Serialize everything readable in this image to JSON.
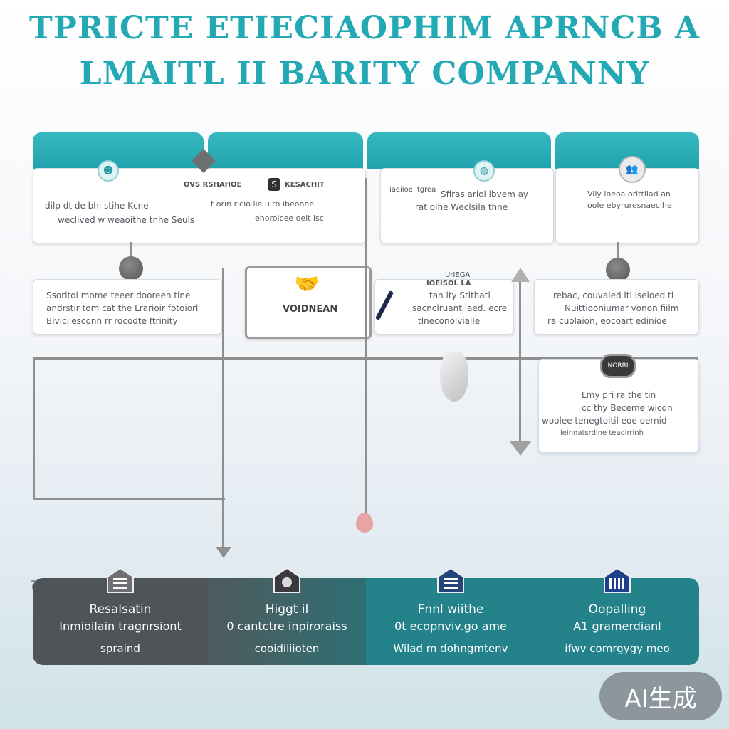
{
  "title": {
    "line1": "TPRICTE ETIECIAOPHIM APRNCB A",
    "line2": "LMAITL II BARITY COMPANNY"
  },
  "top_cards": [
    {
      "line1": "dilp dt de bhi stihe Kcne",
      "line2": "weclived w weaoithe tnhe Seuls"
    },
    {
      "badge1": "OVS RSHAHOE",
      "badge2": "KESACHIT",
      "line1": "t orin ricio lie ulrb ibeonne",
      "line2": "ehorolcee oelt lsc"
    },
    {
      "label": "iaeiioe itgrea",
      "line1": "Sfiras ariol ibvem ay",
      "line2": "rat olhe Weclsila thne"
    },
    {
      "line1": "Vily ioeoa orittiiad an",
      "line2": "oole ebyruresnaeclhe"
    }
  ],
  "middle_cards": [
    {
      "line1": "Ssoritol mome teeer dooreen tine",
      "line2": "andrstir tom cat the Lrarioir fotoiorl",
      "line3": "Bivicilesconn rr rocodte ftrinity"
    },
    {
      "label": "VOIDNEAN"
    },
    {
      "line0": "UrIEGA",
      "line1": "IOEISOL LA",
      "line2": "tan lty Stithatl",
      "line3": "sacnclruant laed. ecre",
      "line4": "tlneconolvialle"
    },
    {
      "line1": "rebac, couvaled ltl iseloed ti",
      "line2": "Nuittiooniumar vonon fiilm",
      "line3": "ra cuolaion, eocoart edinioe"
    }
  ],
  "right_card": {
    "badge": "NORRI",
    "line1": "Lmy pri ra the tin",
    "line2": "cc thy Beceme wicdn",
    "line3": "woolee tenegtoitil eoe oernid",
    "line4": "leinnatsrdine teaoirrinh"
  },
  "bottom_panels": [
    {
      "line1": "Resalsatin",
      "line2": "Inmioilain tragnrsiont",
      "line3": "spraind"
    },
    {
      "line1": "Higgt il",
      "line2": "0 cantctre inpiroraiss",
      "line3": "cooidiliioten"
    },
    {
      "line1": "Fnnl wiithe",
      "line2": "0t ecopnviv.go ame",
      "line3": "Wilad m dohngmtenv"
    },
    {
      "line1": "Oopalling",
      "line2": "A1 gramerdianl",
      "line3": "ifwv comrgygy meo"
    }
  ],
  "watermark": "AI生成",
  "colors": {
    "accent": "#23a9b4",
    "panel_dark": "#4f5458",
    "panel_teal": "#23828a",
    "connector": "#8f8f8f"
  }
}
